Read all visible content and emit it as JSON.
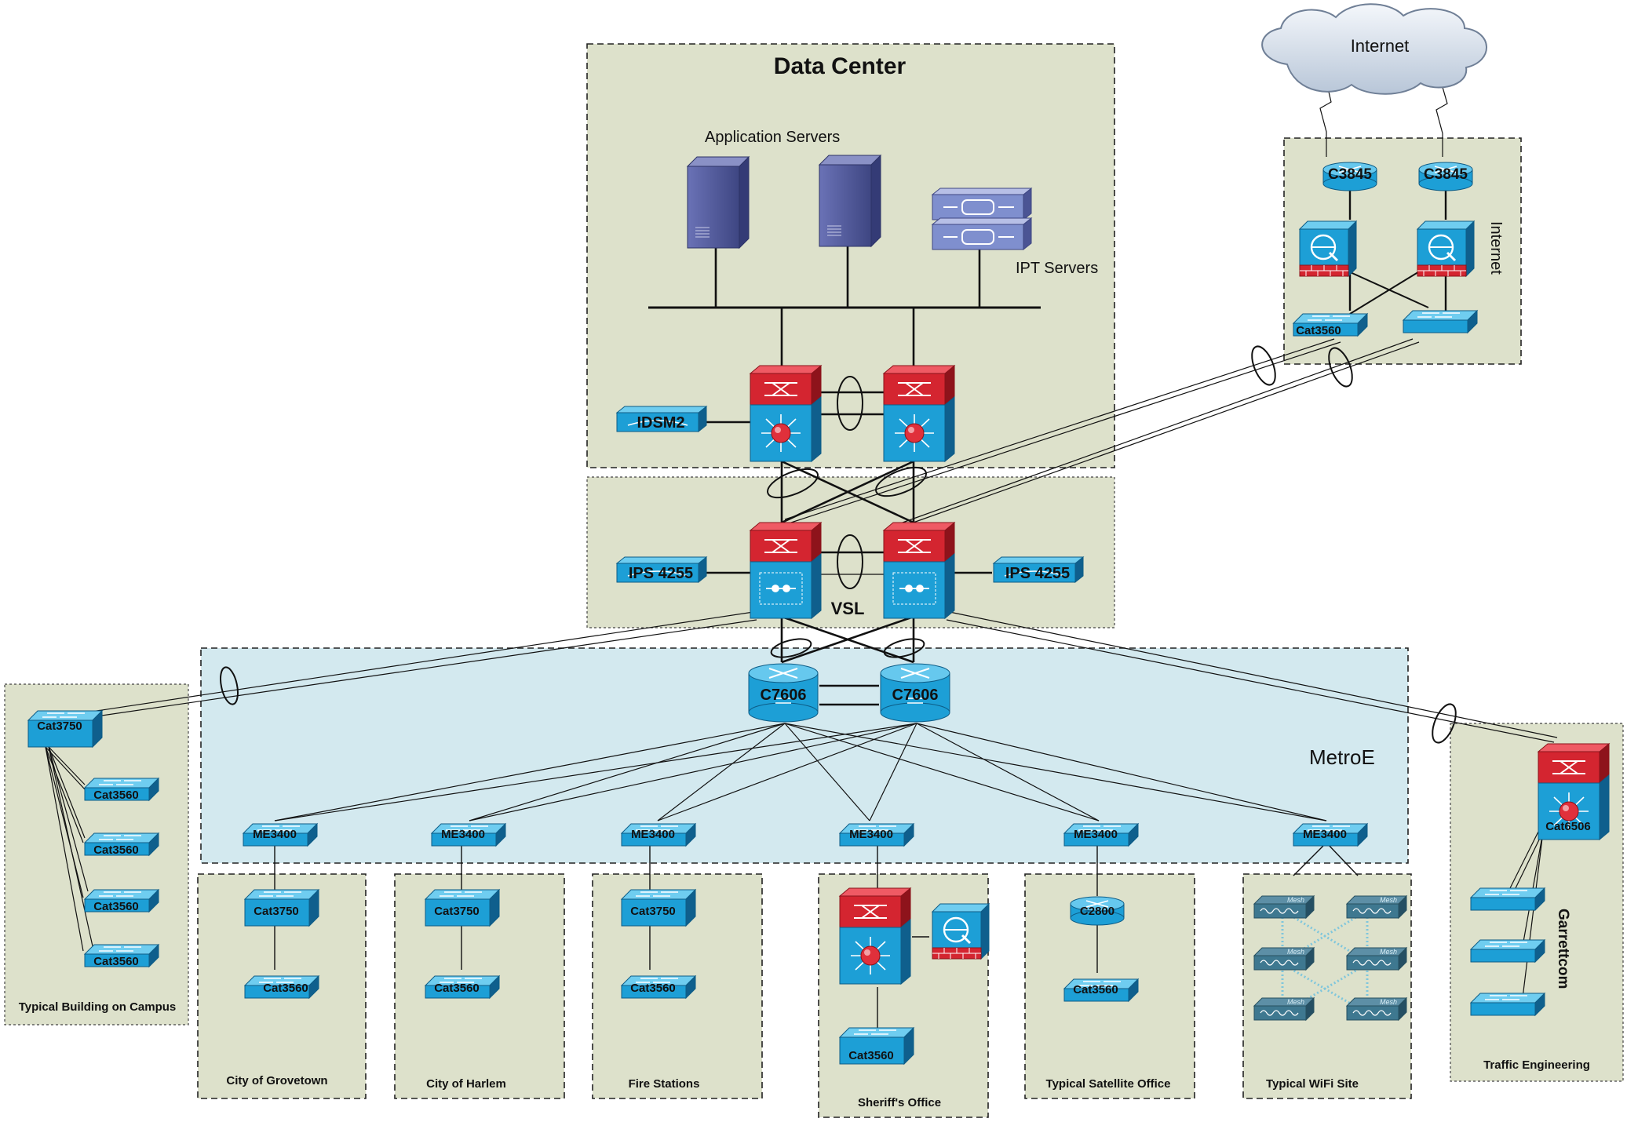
{
  "zones": {
    "data_center": "Data Center",
    "application_servers": "Application Servers",
    "ipt_servers": "IPT Servers",
    "internet_cloud": "Internet",
    "internet_zone": "Internet",
    "vsl": "VSL",
    "metroe": "MetroE",
    "campus": "Typical Building on Campus",
    "grovetown": "City of Grovetown",
    "harlem": "City of Harlem",
    "fire": "Fire Stations",
    "sheriff": "Sheriff's Office",
    "satellite": "Typical Satellite Office",
    "wifi": "Typical WiFi Site",
    "traffic": "Traffic Engineering",
    "garrettcom": "Garrettcom"
  },
  "devices": {
    "c3845": "C3845",
    "cat3560": "Cat3560",
    "cat3750": "Cat3750",
    "cat6506": "Cat6506",
    "idsm2": "IDSM2",
    "ips4255": "IPS 4255",
    "c7606": "C7606",
    "me3400": "ME3400",
    "c2800": "C2800",
    "mesh": "Mesh"
  },
  "colors": {
    "zone_fill": "#dde1cb",
    "metro_fill": "#d3e9ef",
    "device_blue": "#1fa0d6",
    "device_dark": "#13557a",
    "switch_red": "#d42530",
    "server_purple": "#4b5494"
  }
}
